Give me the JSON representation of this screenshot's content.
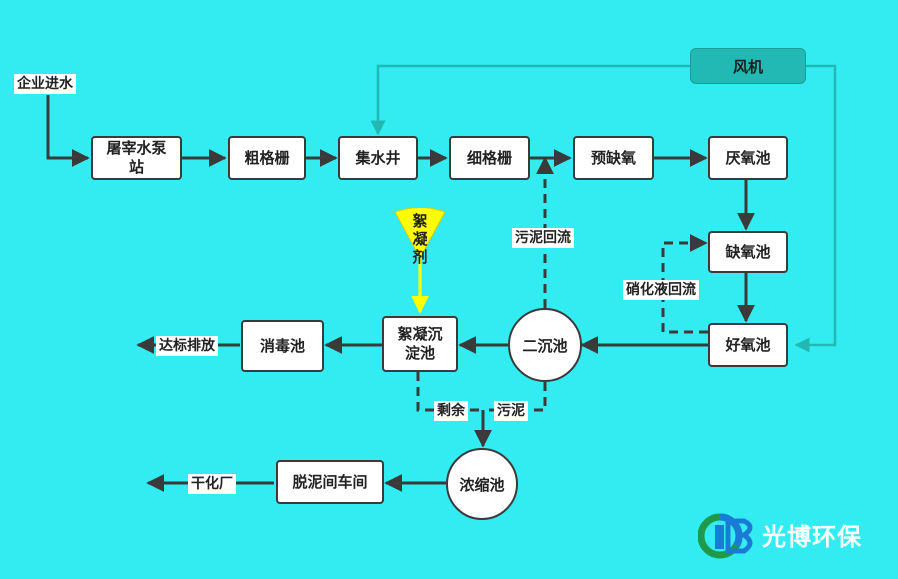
{
  "colors": {
    "background": "#33ecf2",
    "line": "#3a3a3a",
    "air_line": "#22b8b4",
    "fan_fill": "#22b8b4",
    "coagulant_fill": "#ffff00",
    "brand_text": "#ffffff"
  },
  "labels": {
    "inflow": "企业进水",
    "discharge": "达标排放",
    "dryer": "干化厂",
    "sludge_return": "污泥回流",
    "nitrate_return": "硝化液回流",
    "surplus": "剩余",
    "sludge": "污泥"
  },
  "nodes": {
    "pump_station": "屠宰水泵\n站",
    "coarse_screen": "粗格栅",
    "sump": "集水井",
    "fine_screen": "细格栅",
    "pre_anoxic": "预缺氧",
    "anaerobic": "厌氧池",
    "anoxic": "缺氧池",
    "aerobic": "好氧池",
    "secondary_clarifier": "二沉池",
    "coag_sedimentation": "絮凝沉\n淀池",
    "disinfection": "消毒池",
    "thickener": "浓缩池",
    "dewatering": "脱泥间车间",
    "fan": "风机",
    "coagulant": "絮\n凝\n剂"
  },
  "brand": {
    "name": "光博环保",
    "logo_icon": "guangbo-logo-icon"
  }
}
